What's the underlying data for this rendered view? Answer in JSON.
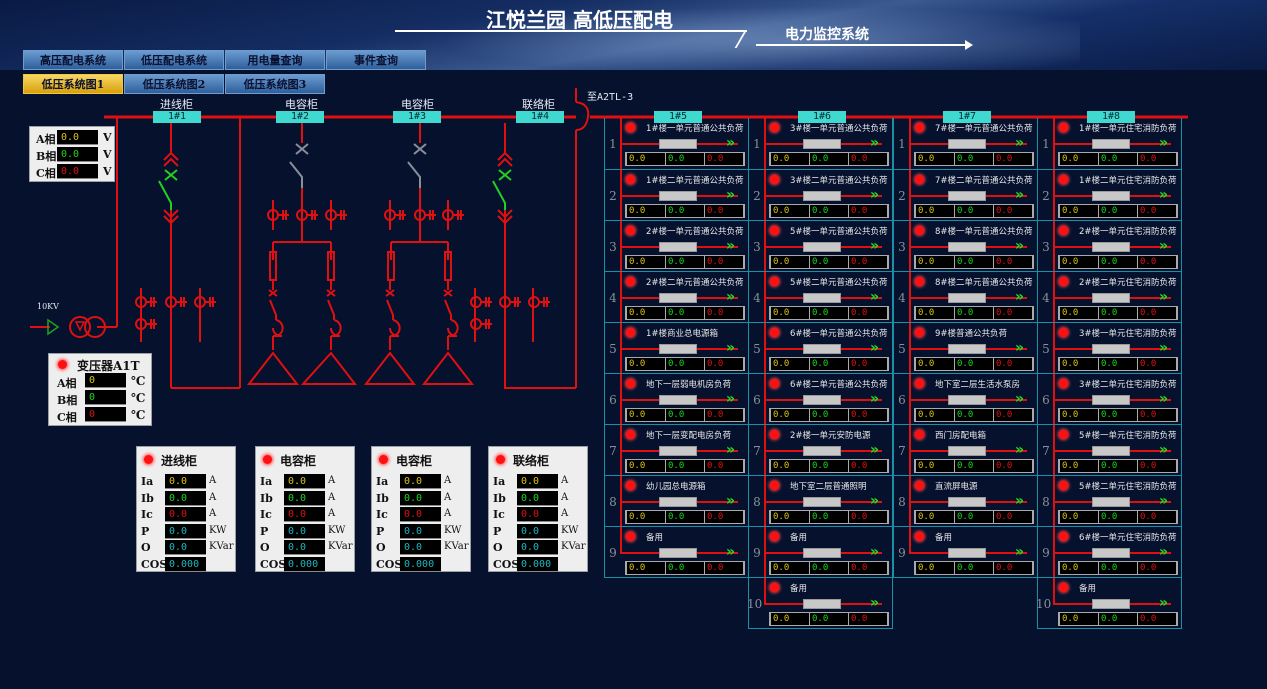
{
  "header": {
    "title": "江悦兰园 高低压配电",
    "subtitle": "电力监控系统"
  },
  "nav": {
    "row1": [
      "高压配电系统",
      "低压配电系统",
      "用电量查询",
      "事件查询"
    ],
    "row2": [
      "低压系统图1",
      "低压系统图2",
      "低压系统图3"
    ],
    "active": "低压系统图1"
  },
  "diagram": {
    "cabinets": [
      {
        "label": "进线柜",
        "tag": "1#1"
      },
      {
        "label": "电容柜",
        "tag": "1#2"
      },
      {
        "label": "电容柜",
        "tag": "1#3"
      },
      {
        "label": "联络柜",
        "tag": "1#4"
      }
    ],
    "tie_label": "至A2TL-3",
    "source_label": "10KV"
  },
  "voltage_panel": {
    "rows": [
      {
        "label": "A相",
        "value": "0.0",
        "unit": "V",
        "color": "yel"
      },
      {
        "label": "B相",
        "value": "0.0",
        "unit": "V",
        "color": "grn"
      },
      {
        "label": "C相",
        "value": "0.0",
        "unit": "V",
        "color": "red"
      }
    ]
  },
  "transformer_panel": {
    "title": "变压器A1T",
    "rows": [
      {
        "label": "A相",
        "value": "0",
        "unit": "℃",
        "color": "yel"
      },
      {
        "label": "B相",
        "value": "0",
        "unit": "℃",
        "color": "grn"
      },
      {
        "label": "C相",
        "value": "0",
        "unit": "℃",
        "color": "red"
      }
    ]
  },
  "meter_panels": [
    {
      "title": "进线柜",
      "rows": [
        [
          "Ia",
          "0.0",
          "A",
          "yel"
        ],
        [
          "Ib",
          "0.0",
          "A",
          "grn"
        ],
        [
          "Ic",
          "0.0",
          "A",
          "red"
        ],
        [
          "P",
          "0.0",
          "KW",
          "cyn"
        ],
        [
          "O",
          "0.0",
          "KVar",
          "cyn"
        ],
        [
          "COS",
          "0.000",
          "",
          "cyn"
        ]
      ]
    },
    {
      "title": "电容柜",
      "rows": [
        [
          "Ia",
          "0.0",
          "A",
          "yel"
        ],
        [
          "Ib",
          "0.0",
          "A",
          "grn"
        ],
        [
          "Ic",
          "0.0",
          "A",
          "red"
        ],
        [
          "P",
          "0.0",
          "KW",
          "cyn"
        ],
        [
          "O",
          "0.0",
          "KVar",
          "cyn"
        ],
        [
          "COS",
          "0.000",
          "",
          "cyn"
        ]
      ]
    },
    {
      "title": "电容柜",
      "rows": [
        [
          "Ia",
          "0.0",
          "A",
          "yel"
        ],
        [
          "Ib",
          "0.0",
          "A",
          "grn"
        ],
        [
          "Ic",
          "0.0",
          "A",
          "red"
        ],
        [
          "P",
          "0.0",
          "KW",
          "cyn"
        ],
        [
          "O",
          "0.0",
          "KVar",
          "cyn"
        ],
        [
          "COS",
          "0.000",
          "",
          "cyn"
        ]
      ]
    },
    {
      "title": "联络柜",
      "rows": [
        [
          "Ia",
          "0.0",
          "A",
          "yel"
        ],
        [
          "Ib",
          "0.0",
          "A",
          "grn"
        ],
        [
          "Ic",
          "0.0",
          "A",
          "red"
        ],
        [
          "P",
          "0.0",
          "KW",
          "cyn"
        ],
        [
          "O",
          "0.0",
          "KVar",
          "cyn"
        ],
        [
          "COS",
          "0.000",
          "",
          "cyn"
        ]
      ]
    }
  ],
  "feeder_columns": [
    {
      "tag": "1#5",
      "feeders": [
        "1#楼一单元普通公共负荷",
        "1#楼二单元普通公共负荷",
        "2#楼一单元普通公共负荷",
        "2#楼二单元普通公共负荷",
        "1#楼商业总电源箱",
        "地下一层弱电机房负荷",
        "地下一层变配电房负荷",
        "幼儿园总电源箱",
        "备用"
      ]
    },
    {
      "tag": "1#6",
      "feeders": [
        "3#楼一单元普通公共负荷",
        "3#楼二单元普通公共负荷",
        "5#楼一单元普通公共负荷",
        "5#楼二单元普通公共负荷",
        "6#楼一单元普通公共负荷",
        "6#楼二单元普通公共负荷",
        "2#楼一单元安防电源",
        "地下室二层普通照明",
        "备用",
        "备用"
      ]
    },
    {
      "tag": "1#7",
      "feeders": [
        "7#楼一单元普通公共负荷",
        "7#楼二单元普通公共负荷",
        "8#楼一单元普通公共负荷",
        "8#楼二单元普通公共负荷",
        "9#楼普通公共负荷",
        "地下室二层生活水泵房",
        "西门房配电箱",
        "直流屏电源",
        "备用"
      ]
    },
    {
      "tag": "1#8",
      "feeders": [
        "1#楼一单元住宅消防负荷",
        "1#楼二单元住宅消防负荷",
        "2#楼一单元住宅消防负荷",
        "2#楼二单元住宅消防负荷",
        "3#楼一单元住宅消防负荷",
        "3#楼二单元住宅消防负荷",
        "5#楼一单元住宅消防负荷",
        "5#楼二单元住宅消防负荷",
        "6#楼一单元住宅消防负荷",
        "备用"
      ]
    }
  ],
  "feeder_values": [
    "0.0",
    "0.0",
    "0.0"
  ]
}
